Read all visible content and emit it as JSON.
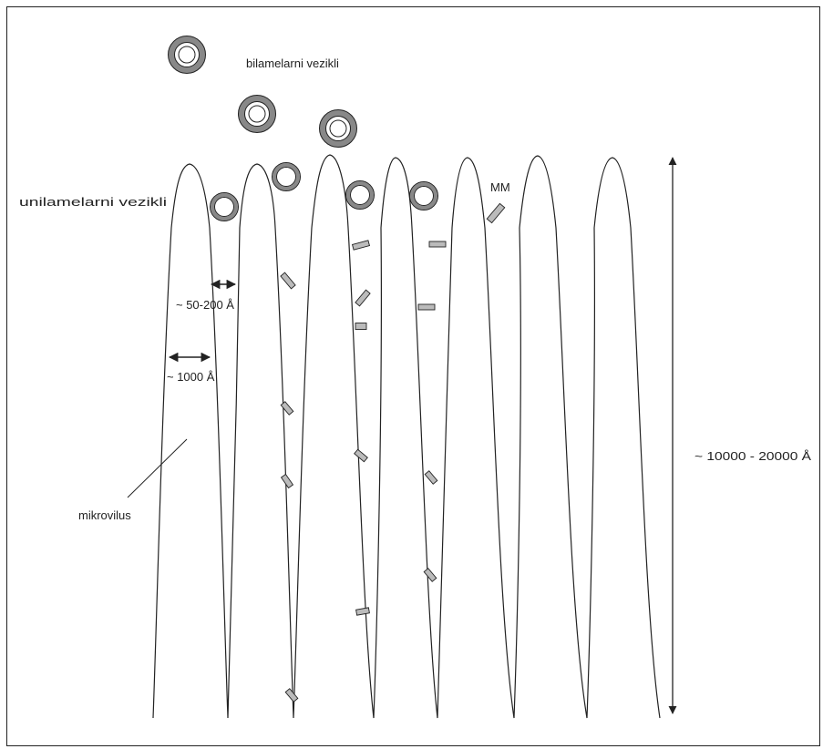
{
  "labels": {
    "bilamellar": "bilamelarni vezikli",
    "unilamellar": "unilamelarni vezikli",
    "mm": "MM",
    "gap_width": "~ 50-200 Å",
    "villus_width": "~ 1000 Å",
    "villus_height": "~ 10000 - 20000 Å",
    "microvillus": "mikrovilus"
  },
  "colors": {
    "line": "#222222",
    "vesicle_ring": "#888888",
    "background": "#ffffff"
  }
}
